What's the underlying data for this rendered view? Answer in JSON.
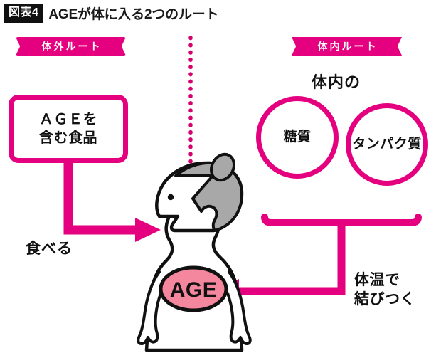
{
  "title": {
    "badge": "図表4",
    "text": "AGEが体に入る2つのルート"
  },
  "banners": {
    "left": "体外ルート",
    "right": "体内ルート"
  },
  "left_route": {
    "box_line1": "ＡＧＥを",
    "box_line2": "含む食品",
    "arrow_label": "食べる"
  },
  "right_route": {
    "heading": "体内の",
    "circle_sugar": "糖質",
    "circle_protein": "タンパク質",
    "arrow_label_line1": "体温で",
    "arrow_label_line2": "結びつく"
  },
  "body_figure": {
    "age_blob_label": "AGE"
  },
  "colors": {
    "magenta": "#e4007f",
    "blob_pink": "#f4879e",
    "hair_gray": "#a8a8a8",
    "outline_black": "#111111",
    "badge_black": "#101010",
    "background": "#ffffff"
  }
}
